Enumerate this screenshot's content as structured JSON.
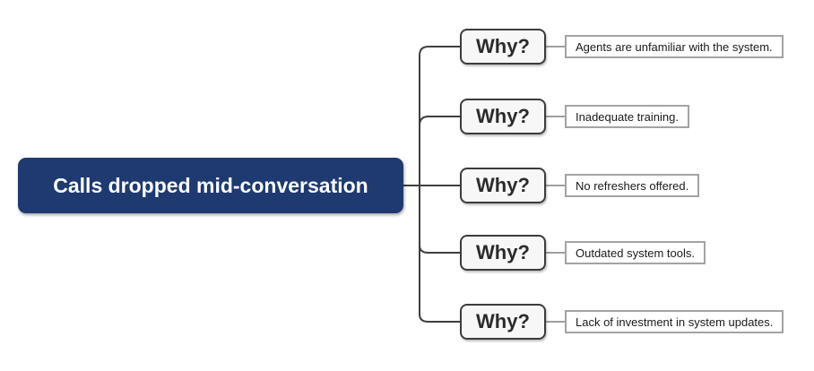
{
  "diagram": {
    "root_topic": {
      "label": "Calls dropped mid-conversation"
    },
    "rows": [
      {
        "why": "Why?",
        "answer": "Agents are unfamiliar with the system."
      },
      {
        "why": "Why?",
        "answer": "Inadequate training."
      },
      {
        "why": "Why?",
        "answer": "No refreshers offered."
      },
      {
        "why": "Why?",
        "answer": "Outdated system tools."
      },
      {
        "why": "Why?",
        "answer": "Lack of investment in system updates."
      }
    ],
    "colors": {
      "canvas_bg": "#ffffff",
      "root_bg": "#1e3a70",
      "root_text": "#ffffff",
      "branch_line": "#3f3f3f",
      "why_bg": "#f7f7f7",
      "why_border": "#3c3c3c",
      "why_text": "#2b2b2b",
      "answer_line": "#a0a0a0",
      "answer_border": "#a3a3a3",
      "answer_text": "#1a1a1a"
    }
  }
}
